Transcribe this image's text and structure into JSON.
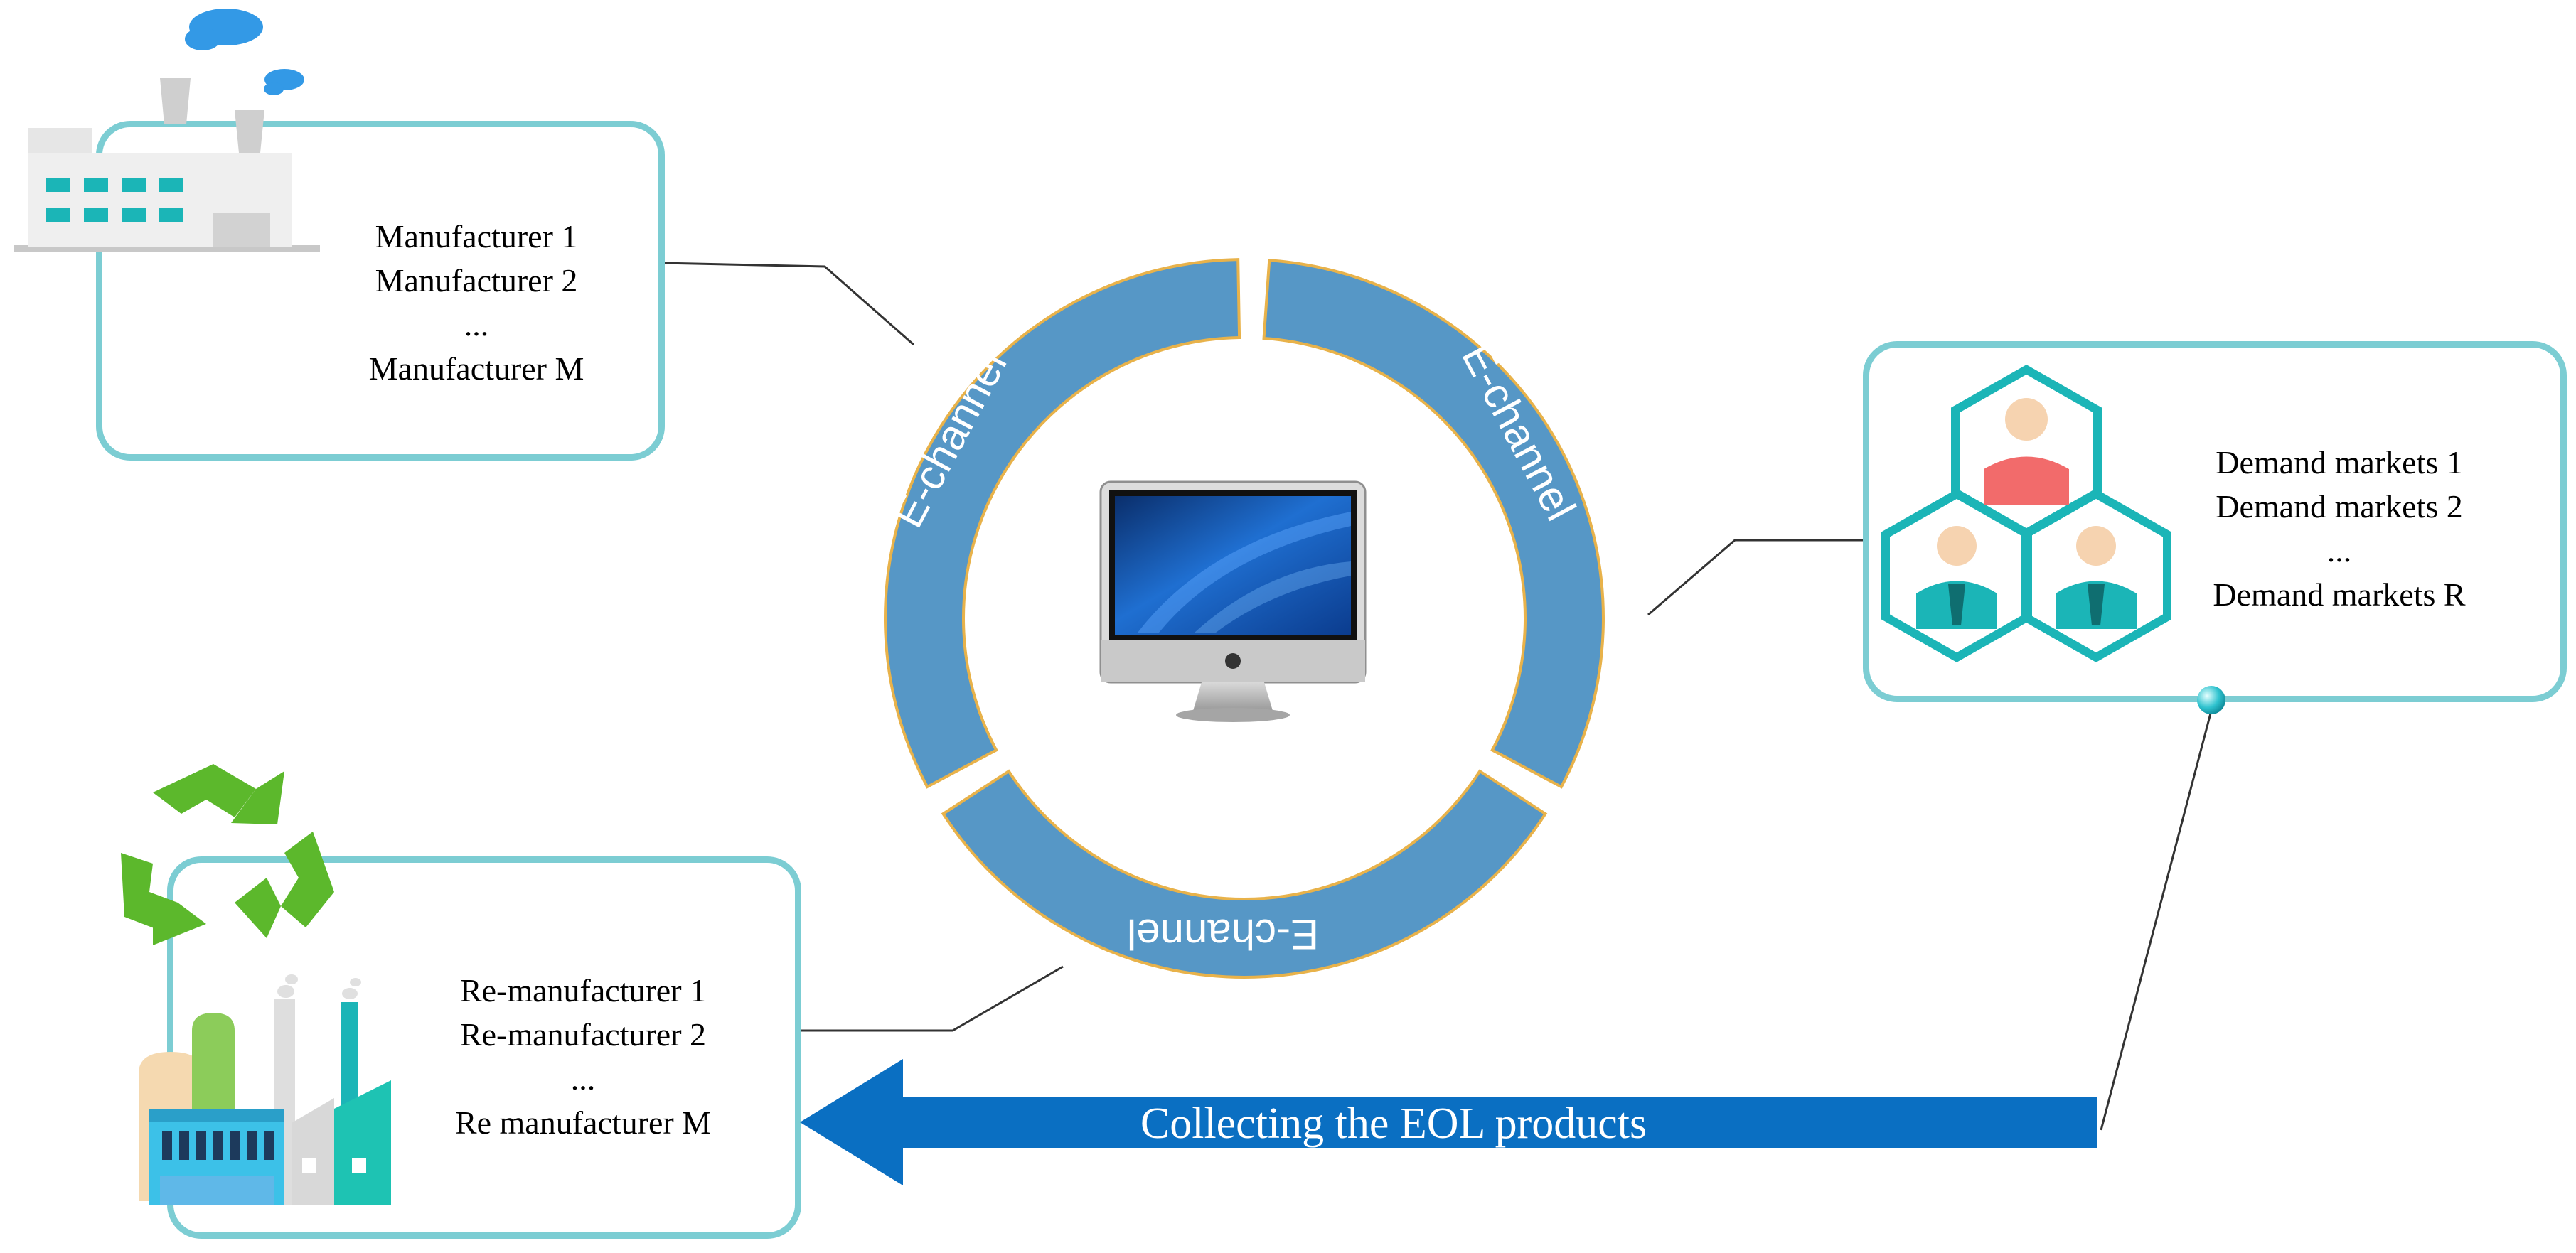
{
  "manufacturers": {
    "lines": [
      "Manufacturer 1",
      "Manufacturer 2",
      "...",
      "Manufacturer M"
    ]
  },
  "demand_markets": {
    "lines": [
      "Demand markets 1",
      "Demand markets 2",
      "...",
      "Demand markets R"
    ]
  },
  "remanufacturers": {
    "lines": [
      "Re-manufacturer 1",
      "Re-manufacturer 2",
      "...",
      "Re manufacturer M"
    ]
  },
  "ring": {
    "segments": [
      "E-channel",
      "E-channel",
      "E-channel"
    ]
  },
  "return_flow": {
    "label": "Collecting the EOL products"
  },
  "colors": {
    "ring": "#5697c6",
    "ring_outline": "#e8b24a",
    "box_border": "#7ccdd3",
    "arrow": "#0a6fc2",
    "teal": "#1bb5b7",
    "recycle": "#5cb82c"
  }
}
